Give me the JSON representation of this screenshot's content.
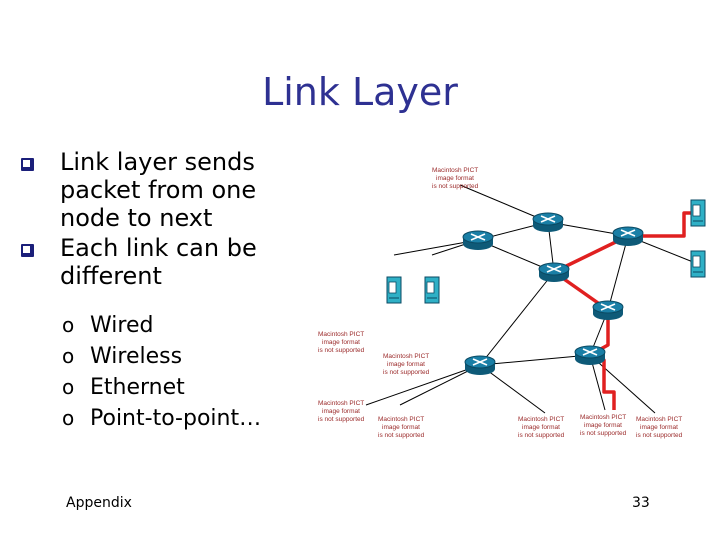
{
  "slide": {
    "title": "Link Layer",
    "bullets": [
      {
        "lines": [
          "Link layer sends",
          "packet from one",
          "node to next"
        ]
      },
      {
        "lines": [
          "Each link can be",
          "different"
        ]
      }
    ],
    "sub_bullets": [
      {
        "marker": "o",
        "text": "Wired"
      },
      {
        "marker": "o",
        "text": "Wireless"
      },
      {
        "marker": "o",
        "text": "Ethernet"
      },
      {
        "marker": "o",
        "text": "Point-to-point…"
      }
    ],
    "footer_left": "Appendix",
    "page_number": "33"
  },
  "figure": {
    "placeholder_lines": [
      "Macintosh PICT",
      "image format",
      "is not supported"
    ],
    "colors": {
      "path": "#e02020",
      "link": "#000000",
      "router_fill": "#1a7fa6",
      "host_fill": "#2fb0c6",
      "placeholder_text": "#9b2a2a"
    }
  }
}
